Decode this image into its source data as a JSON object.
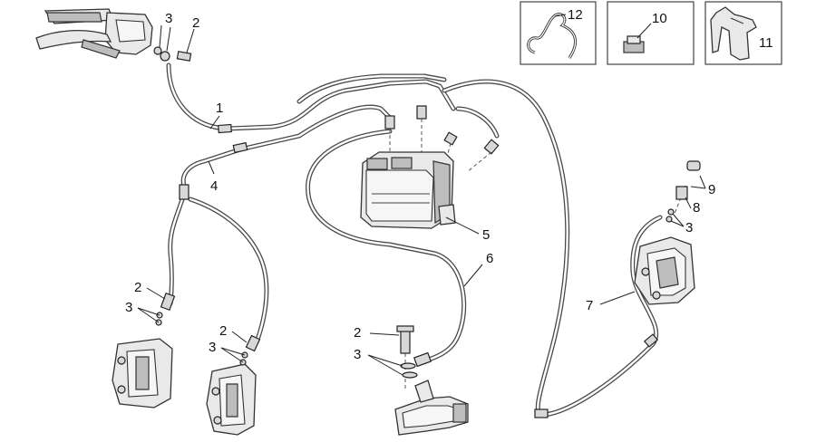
{
  "callouts": {
    "c1": "1",
    "c2_master": "2",
    "c3_master": "3",
    "c4": "4",
    "c5": "5",
    "c6": "6",
    "c7": "7",
    "c8": "8",
    "c9": "9",
    "c10": "10",
    "c11": "11",
    "c12": "12",
    "c2_left_caliper": "2",
    "c3_left_caliper": "3",
    "c2_mid_caliper": "2",
    "c3_mid_caliper": "3",
    "c2_rear_master": "2",
    "c3_rear_master": "3",
    "c3_rear_caliper": "3"
  }
}
